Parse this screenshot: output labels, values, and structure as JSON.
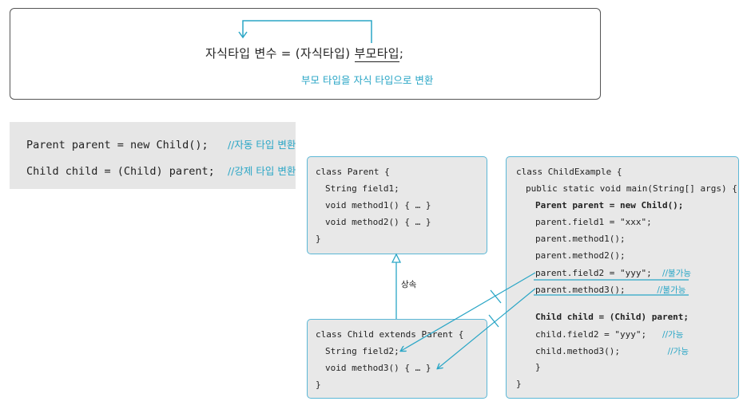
{
  "top": {
    "child_type": "자식타입",
    "var_eq": "변수 =",
    "cast": "(자식타입)",
    "parent_type": "부모타입",
    "semi": ";",
    "note": "부모 타입을 자식 타입으로 변환"
  },
  "code": [
    {
      "code": "Parent parent = new Child();",
      "comment": "//자동 타입 변환"
    },
    {
      "code": "Child child = (Child) parent;",
      "comment": "//강제 타입 변환"
    }
  ],
  "parent_class": [
    "class Parent {",
    "String field1;",
    "void method1() { … }",
    "void method2() { … }",
    "}"
  ],
  "child_class": [
    "class Child extends Parent {",
    "String field2;",
    "void method3() { … }",
    "}"
  ],
  "inherit_label": "상속",
  "main_class": {
    "lines": [
      {
        "code": "class ChildExample {",
        "comment": ""
      },
      {
        "code": "public static void main(String[] args) {",
        "comment": ""
      },
      {
        "code": "Parent parent = new Child();",
        "comment": ""
      },
      {
        "code": "parent.field1 = \"xxx\";",
        "comment": ""
      },
      {
        "code": "parent.method1();",
        "comment": ""
      },
      {
        "code": "parent.method2();",
        "comment": ""
      },
      {
        "code": "parent.field2 = \"yyy\";",
        "comment": "//불가능"
      },
      {
        "code": "parent.method3();",
        "comment": "//불가능"
      },
      {
        "code": "Child child = (Child) parent;",
        "comment": ""
      },
      {
        "code": "child.field2 = \"yyy\";",
        "comment": "//가능"
      },
      {
        "code": "child.method3();",
        "comment": "//가능"
      },
      {
        "code": "}",
        "comment": ""
      },
      {
        "code": "}",
        "comment": ""
      }
    ]
  },
  "colors": {
    "accent": "#2aa6c6",
    "box_border": "#5bb7d6",
    "box_fill": "#e8e8e8"
  }
}
